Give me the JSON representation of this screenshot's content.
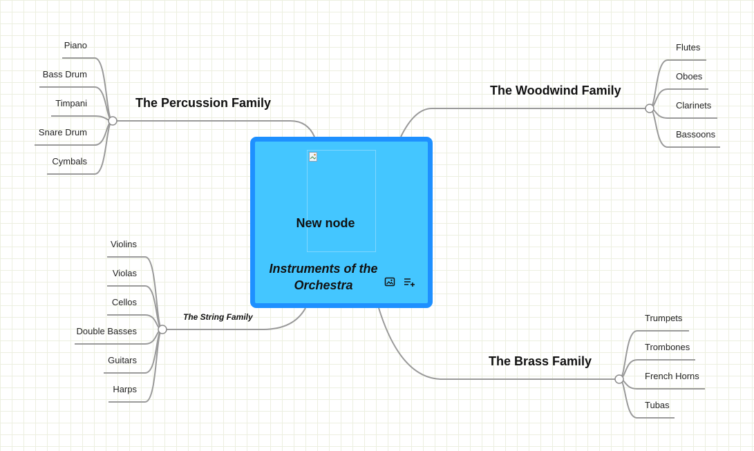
{
  "root": {
    "title": "Instruments of the Orchestra",
    "child_label": "New node",
    "icons": [
      "image-icon",
      "add-note-icon"
    ]
  },
  "branches": {
    "percussion": {
      "title": "The Percussion Family",
      "items": [
        "Piano",
        "Bass Drum",
        "Timpani",
        "Snare Drum",
        "Cymbals"
      ]
    },
    "woodwind": {
      "title": "The Woodwind Family",
      "items": [
        "Flutes",
        "Oboes",
        "Clarinets",
        "Bassoons"
      ]
    },
    "strings": {
      "title": "The String Family",
      "items": [
        "Violins",
        "Violas",
        "Cellos",
        "Double Basses",
        "Guitars",
        "Harps"
      ]
    },
    "brass": {
      "title": "The Brass Family",
      "items": [
        "Trumpets",
        "Trombones",
        "French Horns",
        "Tubas"
      ]
    }
  },
  "colors": {
    "root_fill": "#44c6ff",
    "root_border": "#1e90ff",
    "connector": "#999999",
    "grid": "#ecefe0"
  }
}
